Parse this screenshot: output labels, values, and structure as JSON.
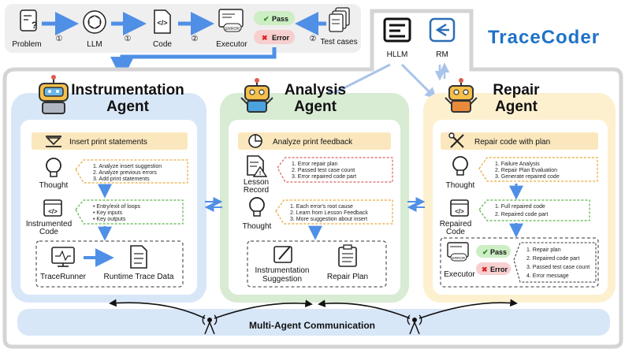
{
  "brand": "TraceCoder",
  "pipeline": {
    "problem": "Problem",
    "llm": "LLM",
    "code": "Code",
    "executor": "Executor",
    "test_cases": "Test cases",
    "pass": "Pass",
    "error": "Error",
    "step1a": "①",
    "step1b": "①",
    "step2a": "②",
    "step2b": "②"
  },
  "hllm": "HLLM",
  "rm": "RM",
  "instrumentation": {
    "title_line1": "Instrumentation",
    "title_line2": "Agent",
    "header": "Insert print statements",
    "thought": "Thought",
    "thought_items": [
      "1. Analyze insert suggestion",
      "2. Analyze previous errors",
      "3. Add print statements"
    ],
    "code_label_1": "Instrumented",
    "code_label_2": "Code",
    "code_items": [
      "• Entry/exit of loops",
      "• Key inputs",
      "• Key outputs"
    ],
    "trace_runner": "TraceRunner",
    "runtime": "Runtime Trace Data"
  },
  "analysis": {
    "title_line1": "Analysis",
    "title_line2": "Agent",
    "header": "Analyze print feedback",
    "lesson_1": "Lesson",
    "lesson_2": "Record",
    "lesson_items": [
      "1. Error repair plan",
      "2. Passed test case count",
      "3. Error repaired code part"
    ],
    "thought": "Thought",
    "thought_items": [
      "1. Each error's root cause",
      "2. Learn from Lesson Feedback",
      "3. More suggestion about insert"
    ],
    "suggestion_1": "Instrumentation",
    "suggestion_2": "Suggestion",
    "repair_plan": "Repair Plan"
  },
  "repair": {
    "title_line1": "Repair",
    "title_line2": "Agent",
    "header": "Repair code with plan",
    "thought": "Thought",
    "thought_items": [
      "1. Failure Analysis",
      "2. Repair Plan Evaluation",
      "3. Generate repaired code"
    ],
    "code_1": "Repaired",
    "code_2": "Code",
    "code_items": [
      "1. Full repaired code",
      "2. Repaired code part"
    ],
    "executor": "Executor",
    "pass": "Pass",
    "error": "Error",
    "result_items": [
      "1. Repair plan",
      "2. Repaired code part",
      "3. Passed test case count",
      "4. Error message"
    ]
  },
  "communication": "Multi-Agent Communication",
  "colors": {
    "accent_blue": "#1f72c6",
    "arrow_blue": "#4f8fe6",
    "instr_bg": "#d8e7f8",
    "analysis_bg": "#d8ebd3",
    "repair_bg": "#fdf0cf",
    "header_bg": "#fbe7bd",
    "pass_bg": "#cdeec4",
    "error_bg": "#f7cfcf"
  }
}
